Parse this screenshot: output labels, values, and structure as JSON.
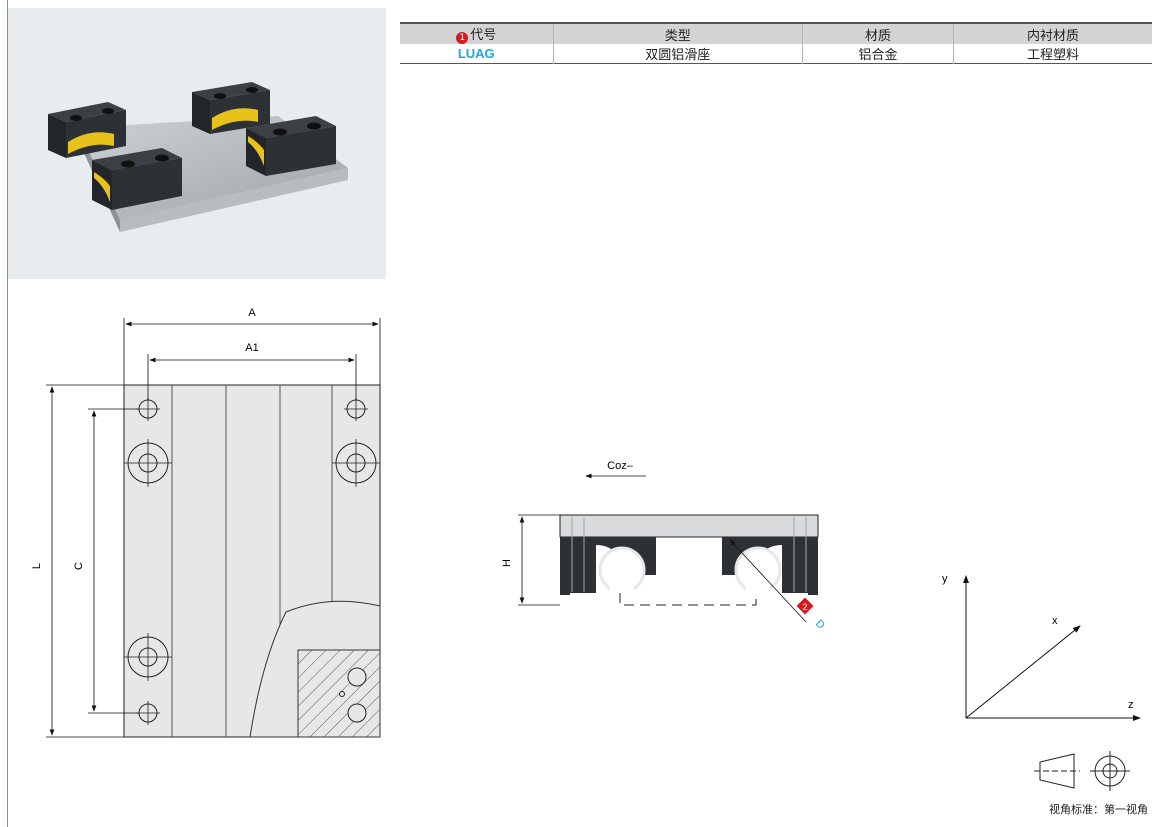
{
  "table": {
    "headers": [
      "代号",
      "类型",
      "材质",
      "内衬材质"
    ],
    "header_badge": "1",
    "row": [
      "LUAG",
      "双圆铝滑座",
      "铝合金",
      "工程塑料"
    ]
  },
  "drawing": {
    "dim_A": "A",
    "dim_A1": "A1",
    "dim_L": "L",
    "dim_C": "C",
    "dim_H": "H",
    "coz_label": "Coz–",
    "badge_2": "2",
    "dim_D": "D",
    "axis_x": "x",
    "axis_y": "y",
    "axis_z": "z"
  },
  "view_standard": "视角标准：第一视角",
  "colors": {
    "accent": "#1aa7e0",
    "badge": "#d71920",
    "liner": "#e6c21a",
    "block": "#2d3135"
  }
}
